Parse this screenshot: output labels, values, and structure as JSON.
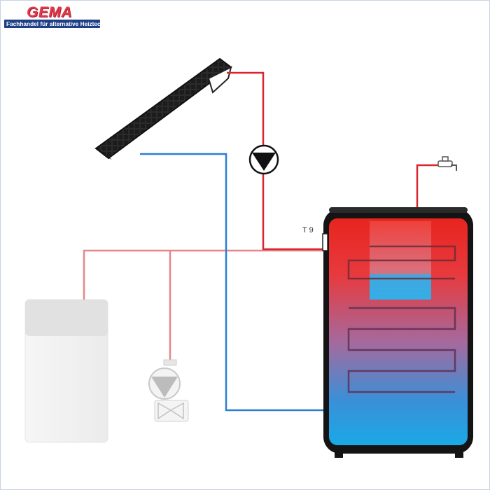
{
  "logo": {
    "brand": "GEMA",
    "tagline": "Fachhandel für alternative Heiztechnik"
  },
  "sensor": {
    "label": "T 9"
  },
  "colors": {
    "hot_pipe": "#d9252d",
    "cold_pipe": "#2b7fd0",
    "aux_pipe": "#e6868a",
    "collector": "#262626",
    "tank_top": "#e8241f",
    "tank_bottom": "#1aa9e6",
    "tank_shell": "#1a1a1a",
    "boiler": "#e2e2e2",
    "logo_red": "#e2384a",
    "logo_blue": "#1f3f86"
  },
  "icons": [
    "solar-pump-icon",
    "tap-icon",
    "heating-pump-icon",
    "mixing-valve-icon",
    "temperature-sensor-icon"
  ]
}
